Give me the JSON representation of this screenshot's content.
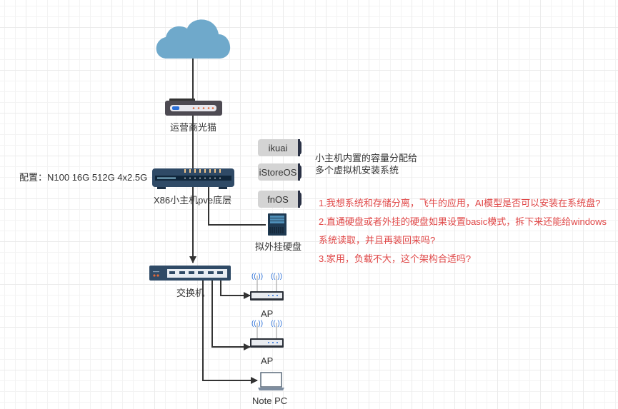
{
  "diagram": {
    "nodes": {
      "cloud": {
        "label": ""
      },
      "modem": {
        "label": "运营商光猫"
      },
      "host": {
        "label": "X86小主机pve底层",
        "spec": "配置：N100 16G 512G 4x2.5G"
      },
      "disk": {
        "label": "拟外挂硬盘"
      },
      "switch": {
        "label": "交换机"
      },
      "ap1": {
        "label": "AP"
      },
      "ap2": {
        "label": "AP"
      },
      "laptop": {
        "label": "Note PC"
      }
    },
    "vms": [
      "ikuai",
      "iStoreOS",
      "fnOS"
    ],
    "vm_note": [
      "小主机内置的容量分配给",
      "多个虚拟机安装系统"
    ],
    "questions": [
      "1.我想系统和存储分离，飞牛的应用，AI模型是否可以安装在系统盘?",
      "2.直通硬盘或者外挂的硬盘如果设置basic模式，拆下来还能给windows",
      "系统读取，并且再装回来吗?",
      "3.家用，负载不大，这个架构合适吗?"
    ],
    "colors": {
      "cloud": "#6fa9cb",
      "device_dark": "#2f4a66",
      "modem_body": "#4d4a52",
      "question_text": "#e04848",
      "connector": "#333333"
    }
  }
}
